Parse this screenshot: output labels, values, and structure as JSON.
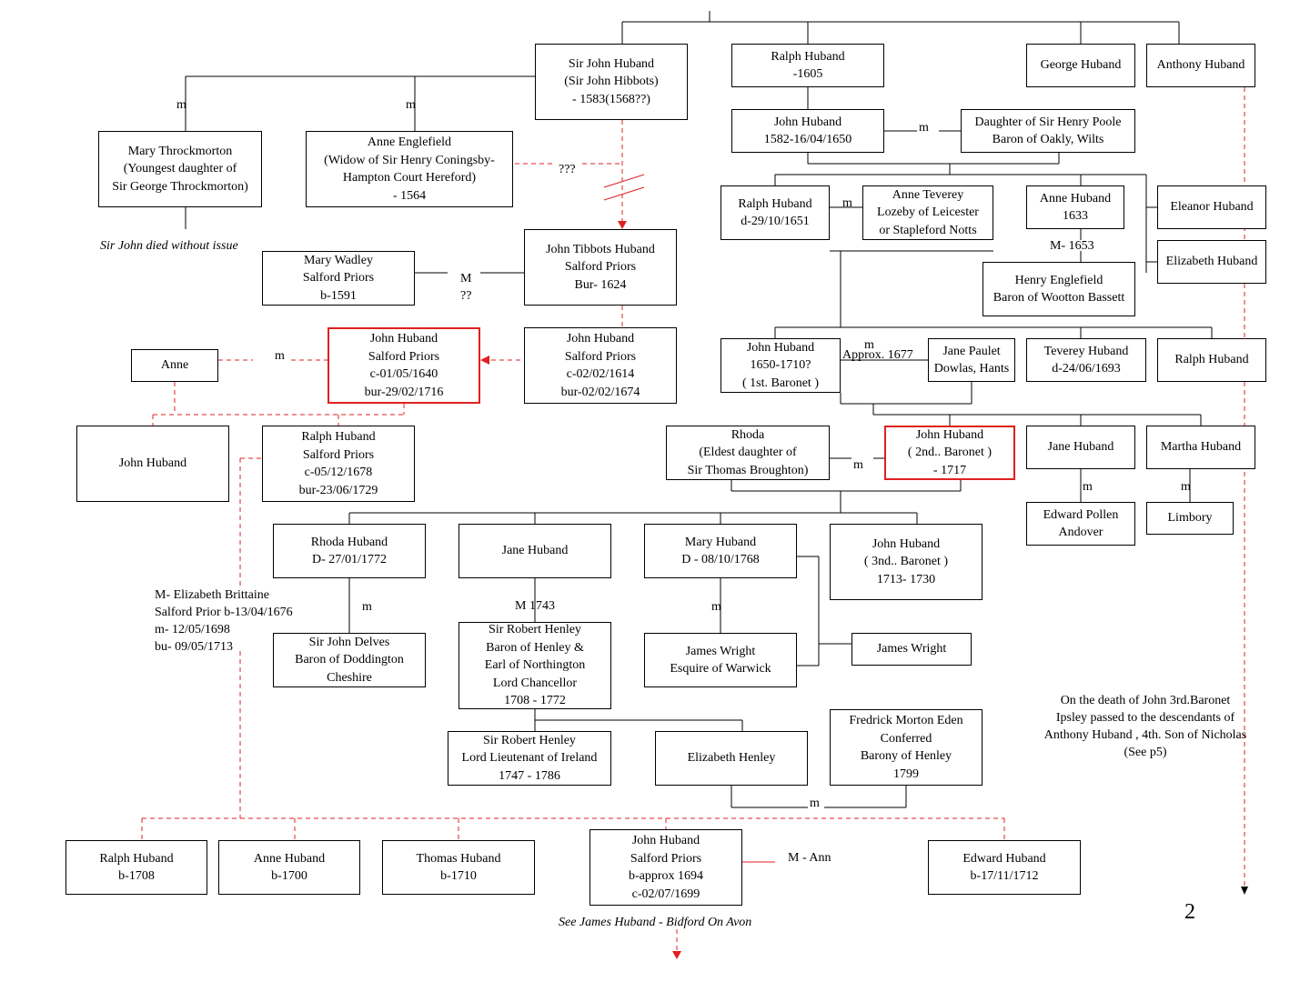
{
  "people": {
    "sir_john_huband": [
      "Sir John Huband",
      "(Sir John Hibbots)",
      "- 1583(1568??)"
    ],
    "ralph_huband_1605": [
      "Ralph Huband",
      "-1605"
    ],
    "george_huband": [
      "George Huband"
    ],
    "anthony_huband": [
      "Anthony Huband"
    ],
    "mary_throckmorton": [
      "Mary Throckmorton",
      "(Youngest daughter of",
      "Sir George Throckmorton)"
    ],
    "anne_englefield": [
      "Anne Englefield",
      "(Widow of Sir Henry Coningsby-",
      "Hampton Court Hereford)",
      "- 1564"
    ],
    "john_huband_1650": [
      "John Huband",
      "1582-16/04/1650"
    ],
    "daughter_henry_poole": [
      "Daughter of Sir Henry Poole",
      "Baron of Oakly, Wilts"
    ],
    "ralph_huband_1651": [
      "Ralph Huband",
      "d-29/10/1651"
    ],
    "anne_teverey": [
      "Anne Teverey",
      "Lozeby of Leicester",
      "or Stapleford Notts"
    ],
    "anne_huband_1633": [
      "Anne Huband",
      "1633"
    ],
    "eleanor_huband": [
      "Eleanor Huband"
    ],
    "elizabeth_huband": [
      "Elizabeth Huband"
    ],
    "henry_englefield": [
      "Henry Englefield",
      "Baron of Wootton Bassett"
    ],
    "john_tibbots_huband": [
      "John Tibbots Huband",
      "Salford Priors",
      "Bur- 1624"
    ],
    "mary_wadley": [
      "Mary Wadley",
      "Salford Priors",
      "b-1591"
    ],
    "john_huband_1716": [
      "John Huband",
      "Salford Priors",
      "c-01/05/1640",
      "bur-29/02/1716"
    ],
    "john_huband_1674": [
      "John Huband",
      "Salford Priors",
      "c-02/02/1614",
      "bur-02/02/1674"
    ],
    "anne": [
      "Anne"
    ],
    "john_huband_1st_baronet": [
      "John Huband",
      "1650-1710?",
      "( 1st. Baronet )"
    ],
    "jane_paulet": [
      "Jane Paulet",
      "Dowlas, Hants"
    ],
    "teverey_huband": [
      "Teverey Huband",
      "d-24/06/1693"
    ],
    "ralph_huband_r": [
      "Ralph Huband"
    ],
    "john_huband_child": [
      "John Huband"
    ],
    "ralph_huband_1729": [
      "Ralph Huband",
      "Salford Priors",
      "c-05/12/1678",
      "bur-23/06/1729"
    ],
    "rhoda": [
      "Rhoda",
      "(Eldest daughter of",
      "Sir Thomas Broughton)"
    ],
    "john_huband_2nd_baronet": [
      "John Huband",
      "( 2nd.. Baronet )",
      "- 1717"
    ],
    "jane_huband_a": [
      "Jane Huband"
    ],
    "martha_huband": [
      "Martha Huband"
    ],
    "edward_pollen": [
      "Edward Pollen",
      "Andover"
    ],
    "limbory": [
      "Limbory"
    ],
    "rhoda_huband": [
      "Rhoda Huband",
      "D- 27/01/1772"
    ],
    "jane_huband_b": [
      "Jane Huband"
    ],
    "mary_huband": [
      "Mary  Huband",
      "D - 08/10/1768"
    ],
    "john_huband_3rd_baronet": [
      "John Huband",
      "( 3nd.. Baronet )",
      "1713- 1730"
    ],
    "sir_john_delves": [
      "Sir John Delves",
      "Baron of Doddington",
      "Cheshire"
    ],
    "sir_robert_henley_1772": [
      "Sir Robert Henley",
      "Baron of Henley &",
      "Earl of Northington",
      "Lord Chancellor",
      "1708 - 1772"
    ],
    "james_wright_warwick": [
      "James Wright",
      "Esquire of Warwick"
    ],
    "james_wright": [
      "James Wright"
    ],
    "sir_robert_henley_1786": [
      "Sir Robert Henley",
      "Lord Lieutenant of Ireland",
      "1747 - 1786"
    ],
    "elizabeth_henley": [
      "Elizabeth Henley"
    ],
    "fredrick_morton_eden": [
      "Fredrick Morton Eden",
      "Conferred",
      "Barony of Henley",
      "1799"
    ],
    "ralph_huband_1708": [
      "Ralph Huband",
      "b-1708"
    ],
    "anne_huband_1700": [
      "Anne Huband",
      "b-1700"
    ],
    "thomas_huband": [
      "Thomas Huband",
      "b-1710"
    ],
    "john_huband_1694": [
      "John Huband",
      "Salford Priors",
      "b-approx 1694",
      "c-02/07/1699"
    ],
    "edward_huband": [
      "Edward Huband",
      "b-17/11/1712"
    ]
  },
  "labels": {
    "m_throckmorton": "m",
    "m_englefield": "m",
    "unknown_link": "???",
    "died_without_issue": "Sir John died without issue",
    "m_poole": "m",
    "m_teverey": "m",
    "m_englefield_1653": "M- 1653",
    "m_wadley": "M",
    "m_wadley_unknown": "??",
    "m_anne": "m",
    "m_paulet": "m",
    "m_paulet_year": "Approx. 1677",
    "m_rhoda": "m",
    "m_pollen": "m",
    "m_limbory": "m",
    "elizabeth_brittaine": [
      "M- Elizabeth Brittaine",
      "Salford Prior  b-13/04/1676",
      "m- 12/05/1698",
      "bu- 09/05/1713"
    ],
    "m_delves": "m",
    "m_henley_1743": "M 1743",
    "m_wright": "m",
    "m_eden": "m",
    "m_ann": "M - Ann",
    "see_james_huband": "See James Huband - Bidford On Avon",
    "death_note": [
      "On the death of John 3rd.Baronet",
      "Ipsley passed to the descendants of",
      "Anthony Huband , 4th. Son of Nicholas",
      "(See p5)"
    ],
    "page_number": "2"
  },
  "colors": {
    "line": "#000000",
    "accent": "#e02020"
  }
}
